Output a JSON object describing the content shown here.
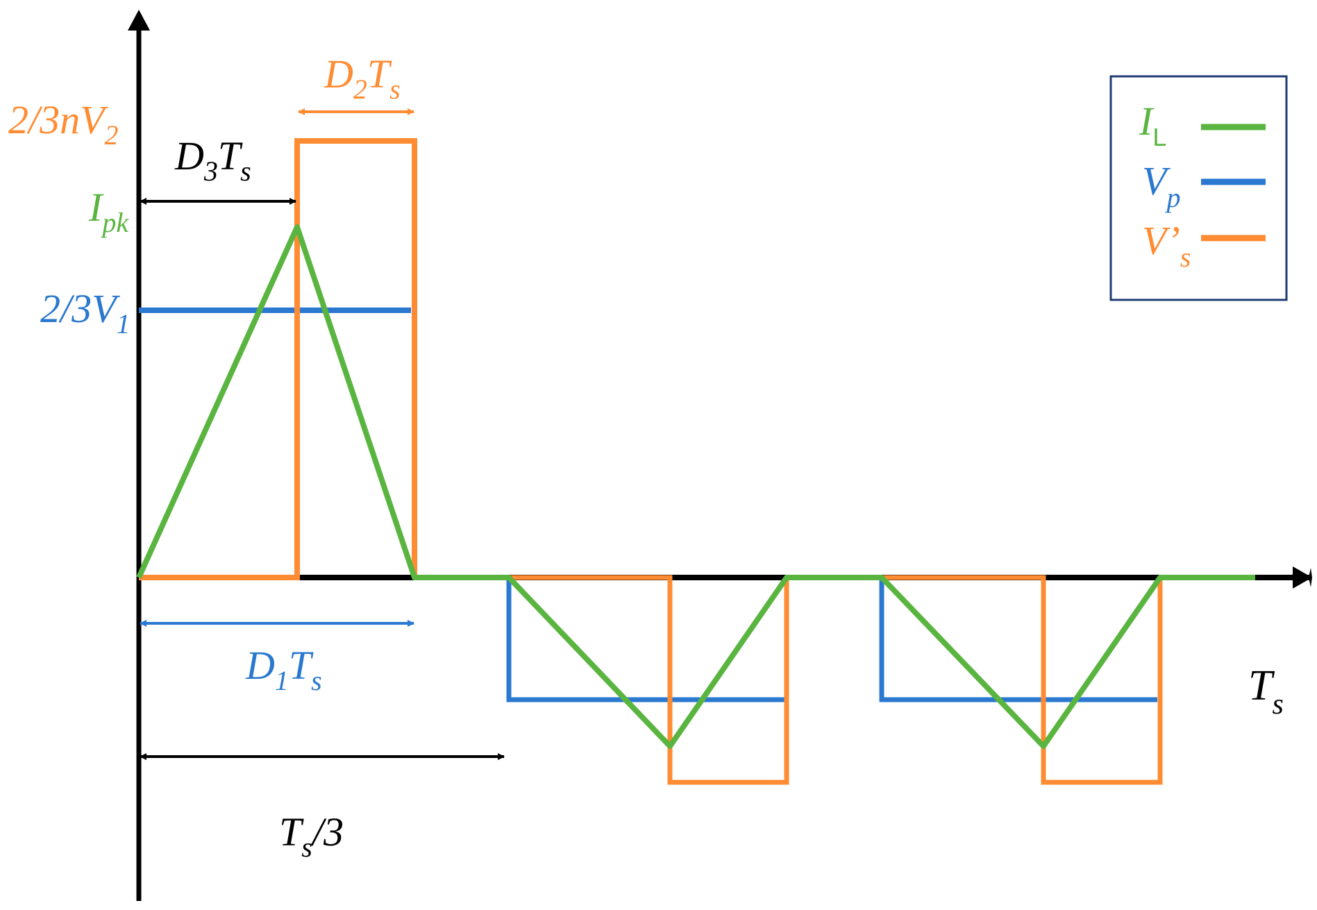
{
  "colors": {
    "inductor_current": "#5ab540",
    "primary_voltage": "#2a78cf",
    "secondary_voltage": "#ff8c33",
    "axis": "#000000",
    "legend_border": "#1f3b73"
  },
  "y_labels": {
    "v2_level": {
      "main": "2/3nV",
      "sub": "2"
    },
    "ipk": {
      "main": "I",
      "sub": "pk"
    },
    "v1_level": {
      "main": "2/3V",
      "sub": "1"
    }
  },
  "intervals": {
    "d2ts": {
      "d": "D",
      "d_sub": "2",
      "t": "T",
      "t_sub": "s"
    },
    "d3ts": {
      "d": "D",
      "d_sub": "3",
      "t": "T",
      "t_sub": "s"
    },
    "d1ts": {
      "d": "D",
      "d_sub": "1",
      "t": "T",
      "t_sub": "s"
    },
    "ts_third": {
      "t": "T",
      "t_sub": "s",
      "rest": "/3"
    }
  },
  "x_axis_label": {
    "t": "T",
    "t_sub": "s"
  },
  "legend": {
    "il": {
      "main": "I",
      "sub": "L"
    },
    "vp": {
      "main": "V",
      "sub": "p"
    },
    "vs": {
      "main": "V’",
      "sub": "s"
    }
  }
}
